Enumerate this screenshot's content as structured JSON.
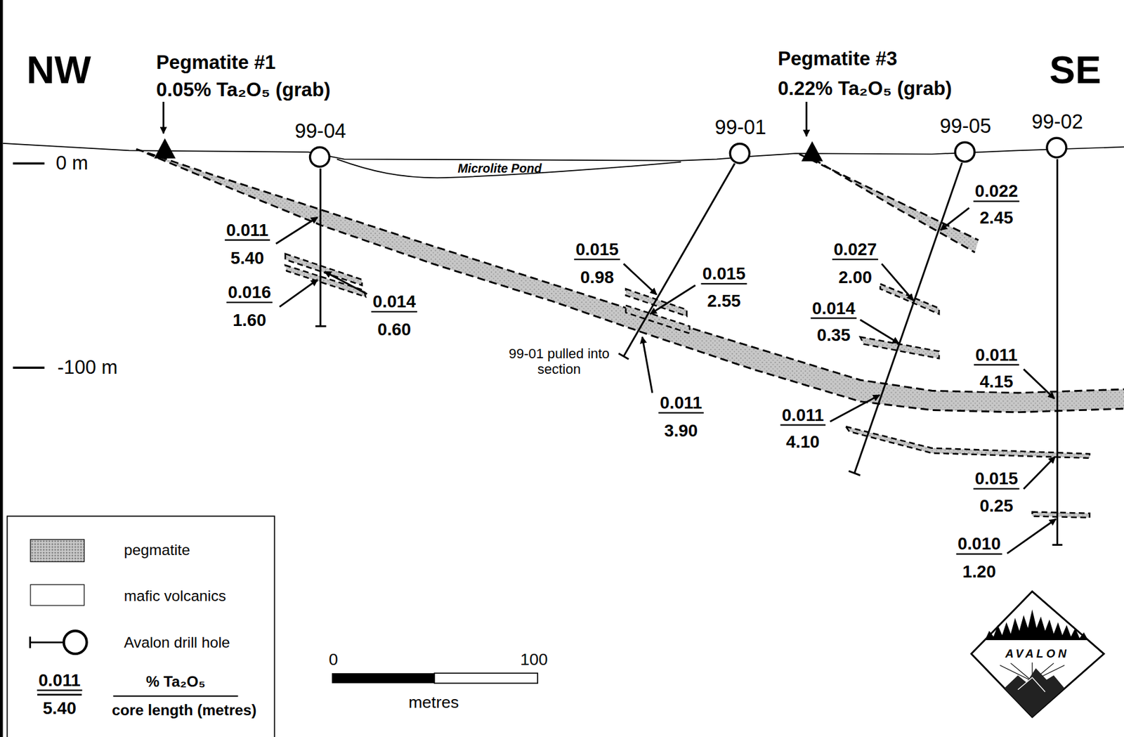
{
  "diagram": {
    "nodes": [
      {
        "text": [
          "99-04"
        ]
      },
      {
        "text": [
          "99-01"
        ]
      },
      {
        "text": [
          "99-05"
        ]
      },
      {
        "text": [
          "99-02"
        ]
      }
    ],
    "labels": [
      "NW",
      "SE",
      "Pegmatite #1",
      "0.05% Ta₂O₅ (grab)",
      "Pegmatite #3",
      "0.22% Ta₂O₅ (grab)",
      "0 m",
      "-100 m",
      "Microlite Pond",
      "0.011",
      "5.40",
      "0.016",
      "1.60",
      "0.014",
      "0.60",
      "0.015",
      "0.98",
      "0.015",
      "2.55",
      "0.011",
      "3.90",
      "0.027",
      "2.00",
      "0.014",
      "0.35",
      "0.022",
      "2.45",
      "0.011",
      "4.10",
      "0.011",
      "4.15",
      "0.015",
      "0.25",
      "0.010",
      "1.20",
      "99-01 pulled into section",
      "0",
      "100",
      "metres",
      "0.011",
      "5.40",
      "AVALON"
    ],
    "legend": [
      {
        "text": "pegmatite",
        "color": "#c8c8c8"
      },
      {
        "text": "mafic volcanics",
        "color": "#ffffff"
      },
      {
        "text": "Avalon drill hole"
      },
      {
        "text": "% Ta₂O₅"
      },
      {
        "text": "core length (metres)"
      }
    ]
  }
}
